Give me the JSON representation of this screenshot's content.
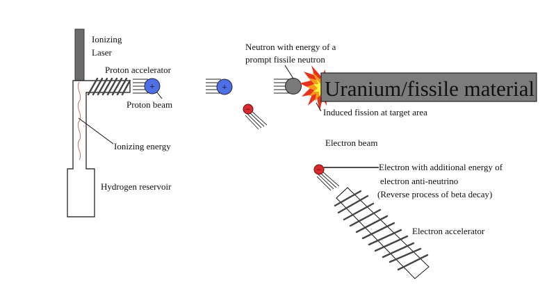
{
  "labels": {
    "ionizing_laser_line1": "Ionizing",
    "ionizing_laser_line2": "Laser",
    "proton_accelerator": "Proton accelerator",
    "proton_beam": "Proton beam",
    "ionizing_energy": "Ionizing energy",
    "hydrogen_reservoir": "Hydrogen reservoir",
    "neutron_line1": "Neutron with energy of a",
    "neutron_line2": "prompt fissile neutron",
    "target": "Uranium/fissile material",
    "induced_fission": "Induced fission at target area",
    "electron_beam": "Electron beam",
    "electron_line1": "Electron with additional energy of",
    "electron_line2": "electron anti-neutrino",
    "electron_line3": "(Reverse process of beta decay)",
    "electron_accelerator": "Electron accelerator"
  },
  "symbols": {
    "proton": "+",
    "electron": "−"
  },
  "colors": {
    "proton": "#4f6fe6",
    "electron": "#d92b2b",
    "neutron": "#7a7a7a",
    "target": "#7c7c7c",
    "laser": "#6b6b6b",
    "wave": "#c06060",
    "flame_outer": "#e8331c",
    "flame_mid": "#f79a1e",
    "flame_inner": "#fff23a"
  }
}
